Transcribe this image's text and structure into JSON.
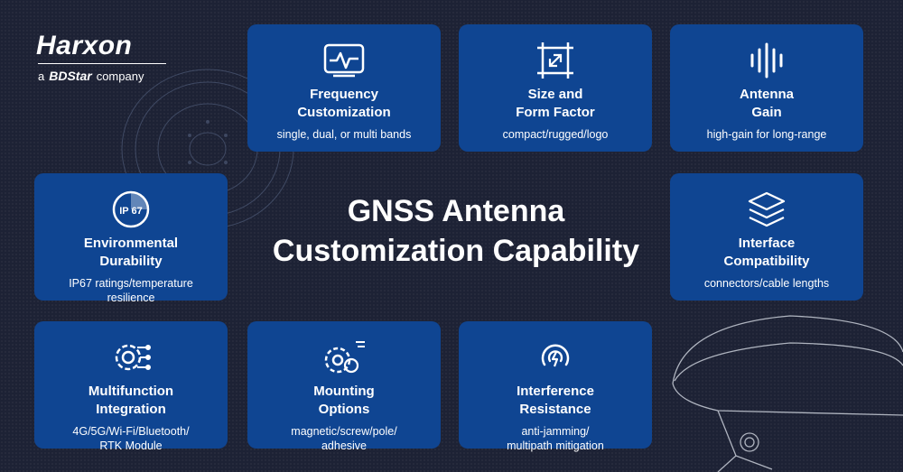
{
  "logo": {
    "brand": "Harxon",
    "tagline_prefix": "a",
    "tagline_brand": "BDStar",
    "tagline_suffix": "company"
  },
  "headline": {
    "line1": "GNSS Antenna",
    "line2": "Customization Capability"
  },
  "cards": {
    "frequency": {
      "title": "Frequency\nCustomization",
      "desc": "single, dual, or multi bands",
      "icon": "waveform-screen-icon"
    },
    "size": {
      "title": "Size and\nForm Factor",
      "desc": "compact/rugged/logo",
      "icon": "resize-frame-icon"
    },
    "gain": {
      "title": "Antenna\nGain",
      "desc": "high-gain for long-range",
      "icon": "signal-bars-icon"
    },
    "environmental": {
      "title": "Environmental\nDurability",
      "desc": "IP67 ratings/temperature\nresilience",
      "icon": "ip67-badge-icon",
      "badge": "IP 67"
    },
    "interface": {
      "title": "Interface\nCompatibility",
      "desc": "connectors/cable lengths",
      "icon": "layers-icon"
    },
    "multifunction": {
      "title": "Multifunction\nIntegration",
      "desc": "4G/5G/Wi-Fi/Bluetooth/\nRTK Module",
      "icon": "circuit-gear-icon"
    },
    "mounting": {
      "title": "Mounting\nOptions",
      "desc": "magnetic/screw/pole/\nadhesive",
      "icon": "gears-icon"
    },
    "interference": {
      "title": "Interference\nResistance",
      "desc": "anti-jamming/\nmultipath mitigation",
      "icon": "shield-signal-icon"
    }
  },
  "colors": {
    "background": "#1d2235",
    "card": "#0f4592",
    "text": "#ffffff"
  }
}
